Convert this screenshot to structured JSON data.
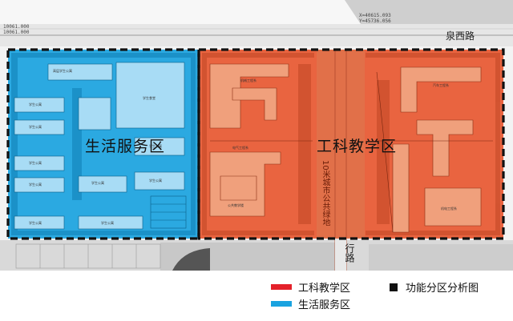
{
  "zones": {
    "teaching": {
      "label": "工科教学区",
      "color": "#e8542c"
    },
    "service": {
      "label": "生活服务区",
      "color": "#1aa3e0"
    }
  },
  "roads": {
    "top": "泉西路",
    "bottom": "行路",
    "vertical": "10米城市公共绿地"
  },
  "coords": [
    "X=40615.093",
    "Y=45736.056"
  ],
  "top_left_coords": [
    "10061.000",
    "10061.000"
  ],
  "buildings": {
    "service": [
      "高层学生公寓",
      "学生食堂",
      "学生公寓",
      "学生公寓",
      "学生公寓",
      "学生公寓",
      "学生公寓",
      "学生公寓",
      "学生公寓",
      "学生公寓",
      "学生公寓"
    ],
    "teaching": [
      "机械工程系",
      "电气工程系",
      "公共教学楼",
      "汽车工程系",
      "机电工程系"
    ]
  },
  "legend": {
    "teaching": "工科教学区",
    "service": "生活服务区",
    "title": "功能分区分析图",
    "teaching_color": "#e4212a",
    "service_color": "#1aa3e0"
  }
}
